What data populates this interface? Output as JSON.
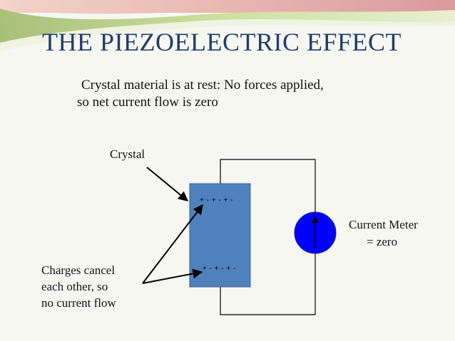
{
  "slide": {
    "title": "THE PIEZOELECTRIC EFFECT",
    "subtitle_line1": "Crystal material is at rest: No forces applied,",
    "subtitle_line2": "so net current flow is zero"
  },
  "diagram": {
    "crystal_label": "Crystal",
    "charges_top": "+ - + - + -",
    "charges_bottom": "+ - + - + -",
    "meter_label_line1": "Current Meter",
    "meter_label_line2": "= zero",
    "charges_label_line1": "Charges cancel",
    "charges_label_line2": "each other, so",
    "charges_label_line3": "no current flow",
    "crystal_icon": "crystal-block",
    "meter_icon": "current-meter-arrow-up-icon"
  },
  "colors": {
    "title": "#1f3d6b",
    "crystal_fill": "#4f81bd",
    "meter_fill": "#0000ff",
    "banner_green": "#c9d98f",
    "banner_pink": "#e8b7b0"
  }
}
